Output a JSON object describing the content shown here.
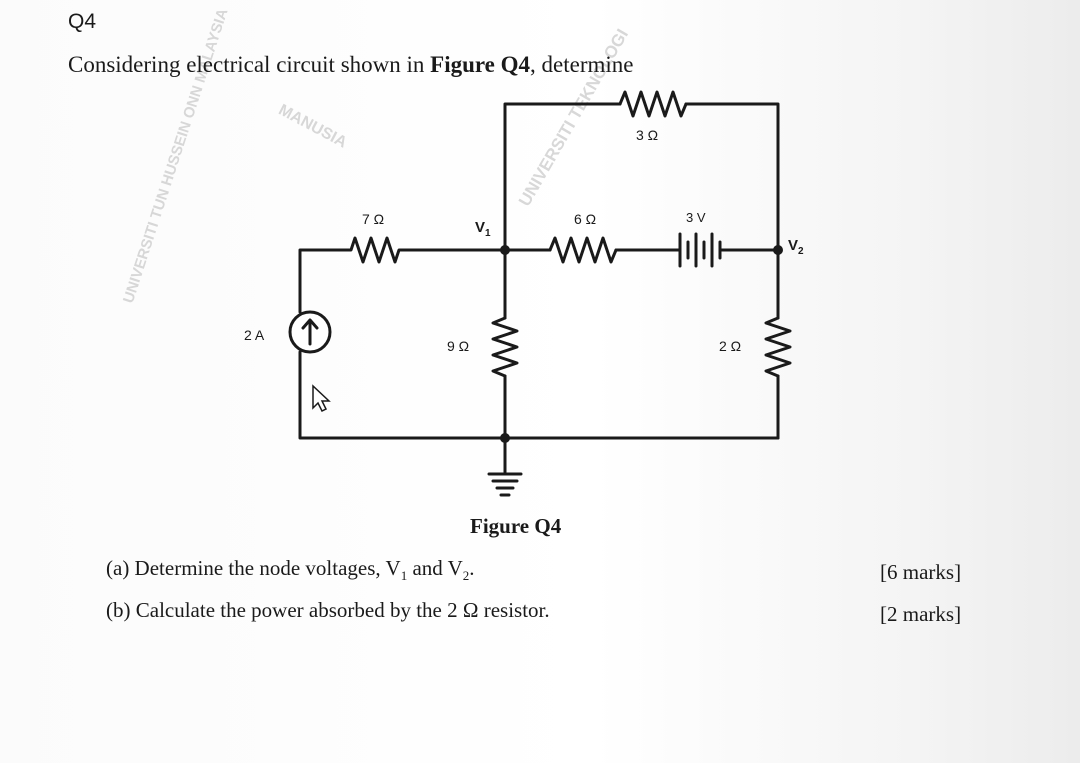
{
  "question": {
    "number": "Q4",
    "prompt_before": "Considering electrical circuit shown in ",
    "prompt_figure_ref": "Figure Q4",
    "prompt_after": ", determine"
  },
  "watermark": {
    "text_left": "UNIVERSITI TUN HUSSEIN ONN MALAYSIA",
    "text_upper": "MANUSIA",
    "text_right": "UNIVERSITI TEKNOLOGI"
  },
  "figure": {
    "caption": "Figure Q4",
    "labels": {
      "r7": "7 Ω",
      "r6": "6 Ω",
      "r3": "3 Ω",
      "r9": "9 Ω",
      "r2": "2 Ω",
      "source_current": "2 A",
      "source_voltage": "3 V",
      "node_v1": "V",
      "node_v1_sub": "1",
      "node_v2": "V",
      "node_v2_sub": "2"
    }
  },
  "parts": [
    {
      "label_before": "(a) Determine the node voltages, V",
      "sub1": "1",
      "mid": " and V",
      "sub2": "2",
      "end": ".",
      "marks": "[6 marks]"
    },
    {
      "text": "(b) Calculate the power absorbed by the 2 Ω resistor.",
      "marks": "[2 marks]"
    }
  ]
}
